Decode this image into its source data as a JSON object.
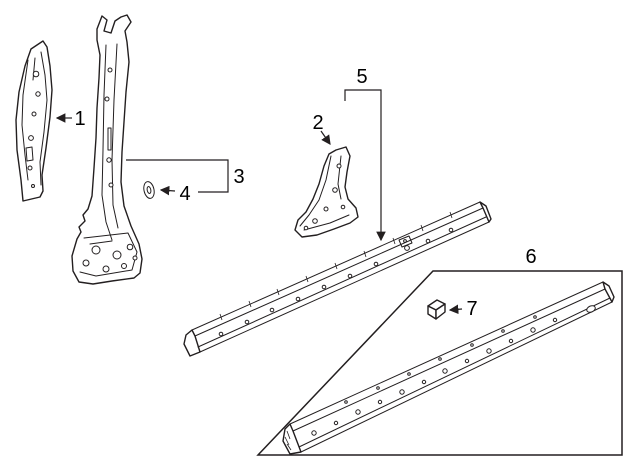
{
  "diagram": {
    "callouts": [
      {
        "label": "1"
      },
      {
        "label": "2"
      },
      {
        "label": "3"
      },
      {
        "label": "4"
      },
      {
        "label": "5"
      },
      {
        "label": "6"
      },
      {
        "label": "7"
      }
    ],
    "colors": {
      "line": "#231f20",
      "background": "#ffffff",
      "label_text": "#000000"
    }
  }
}
